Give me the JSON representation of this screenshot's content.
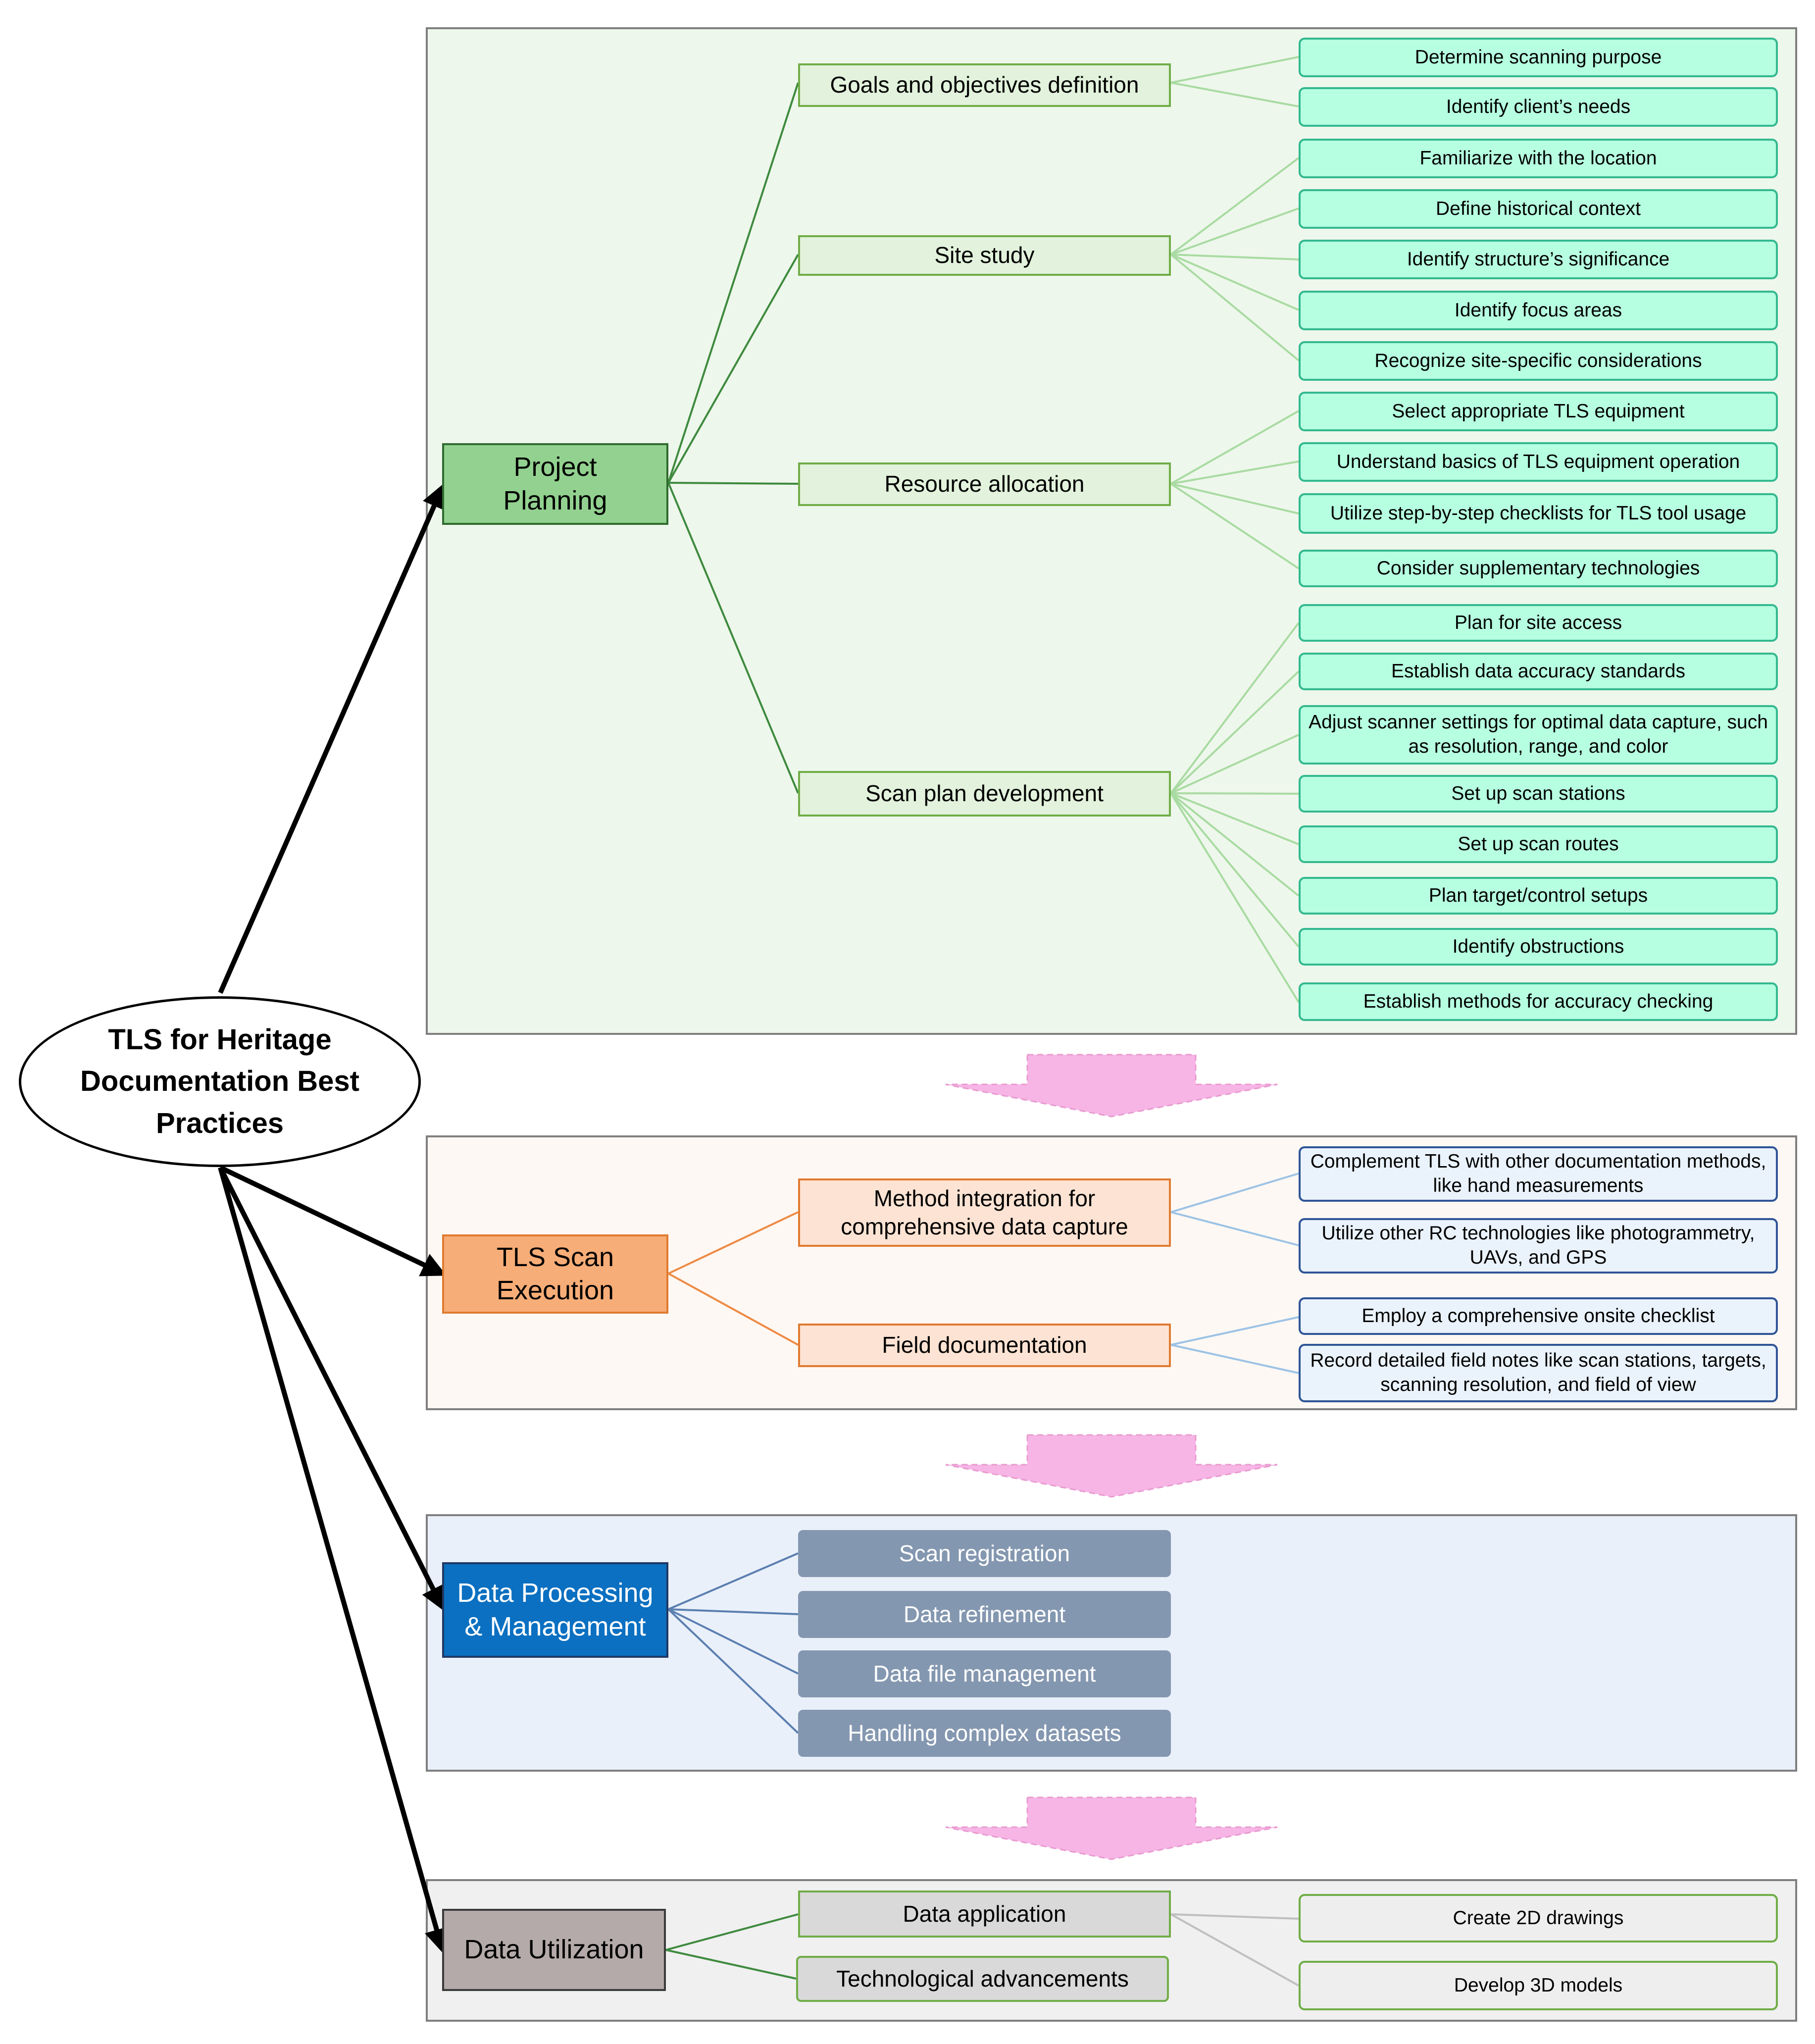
{
  "root": {
    "label": "TLS for Heritage Documentation Best Practices"
  },
  "sections": {
    "planning": {
      "label": "Project Planning",
      "children": [
        {
          "label": "Goals and objectives definition",
          "items": [
            "Determine scanning purpose",
            "Identify client’s needs"
          ]
        },
        {
          "label": "Site study",
          "items": [
            "Familiarize with the location",
            "Define historical context",
            "Identify structure’s significance",
            "Identify focus areas",
            "Recognize site-specific considerations"
          ]
        },
        {
          "label": "Resource allocation",
          "items": [
            "Select appropriate TLS equipment",
            "Understand basics of TLS equipment operation",
            "Utilize step-by-step checklists for TLS tool usage",
            "Consider supplementary technologies"
          ]
        },
        {
          "label": "Scan plan development",
          "items": [
            "Plan for site access",
            "Establish data accuracy standards",
            "Adjust scanner settings for optimal data capture, such as resolution, range, and color",
            "Set up scan stations",
            "Set up scan routes",
            "Plan target/control setups",
            "Identify obstructions",
            "Establish methods for accuracy checking"
          ]
        }
      ]
    },
    "execution": {
      "label": "TLS Scan Execution",
      "children": [
        {
          "label": "Method integration for comprehensive data capture",
          "items": [
            "Complement TLS with other documentation methods, like hand measurements",
            "Utilize other RC technologies like photogrammetry, UAVs, and GPS"
          ]
        },
        {
          "label": "Field documentation",
          "items": [
            "Employ a comprehensive onsite checklist",
            "Record detailed field notes like scan stations, targets, scanning resolution, and field of view"
          ]
        }
      ]
    },
    "processing": {
      "label": "Data Processing & Management",
      "children": [
        {
          "label": "Scan registration"
        },
        {
          "label": "Data refinement"
        },
        {
          "label": "Data file management"
        },
        {
          "label": "Handling complex datasets"
        }
      ]
    },
    "utilization": {
      "label": "Data Utilization",
      "children": [
        {
          "label": "Data application",
          "items": [
            "Create 2D drawings",
            "Develop 3D models"
          ]
        },
        {
          "label": "Technological advancements"
        }
      ]
    }
  },
  "colors": {
    "planning_panel": "#eef7ec",
    "execution_panel": "#fef8f4",
    "processing_panel": "#eaf0fa",
    "utilization_panel": "#f0f0f0",
    "flow_arrow": "#f7b5e6"
  }
}
